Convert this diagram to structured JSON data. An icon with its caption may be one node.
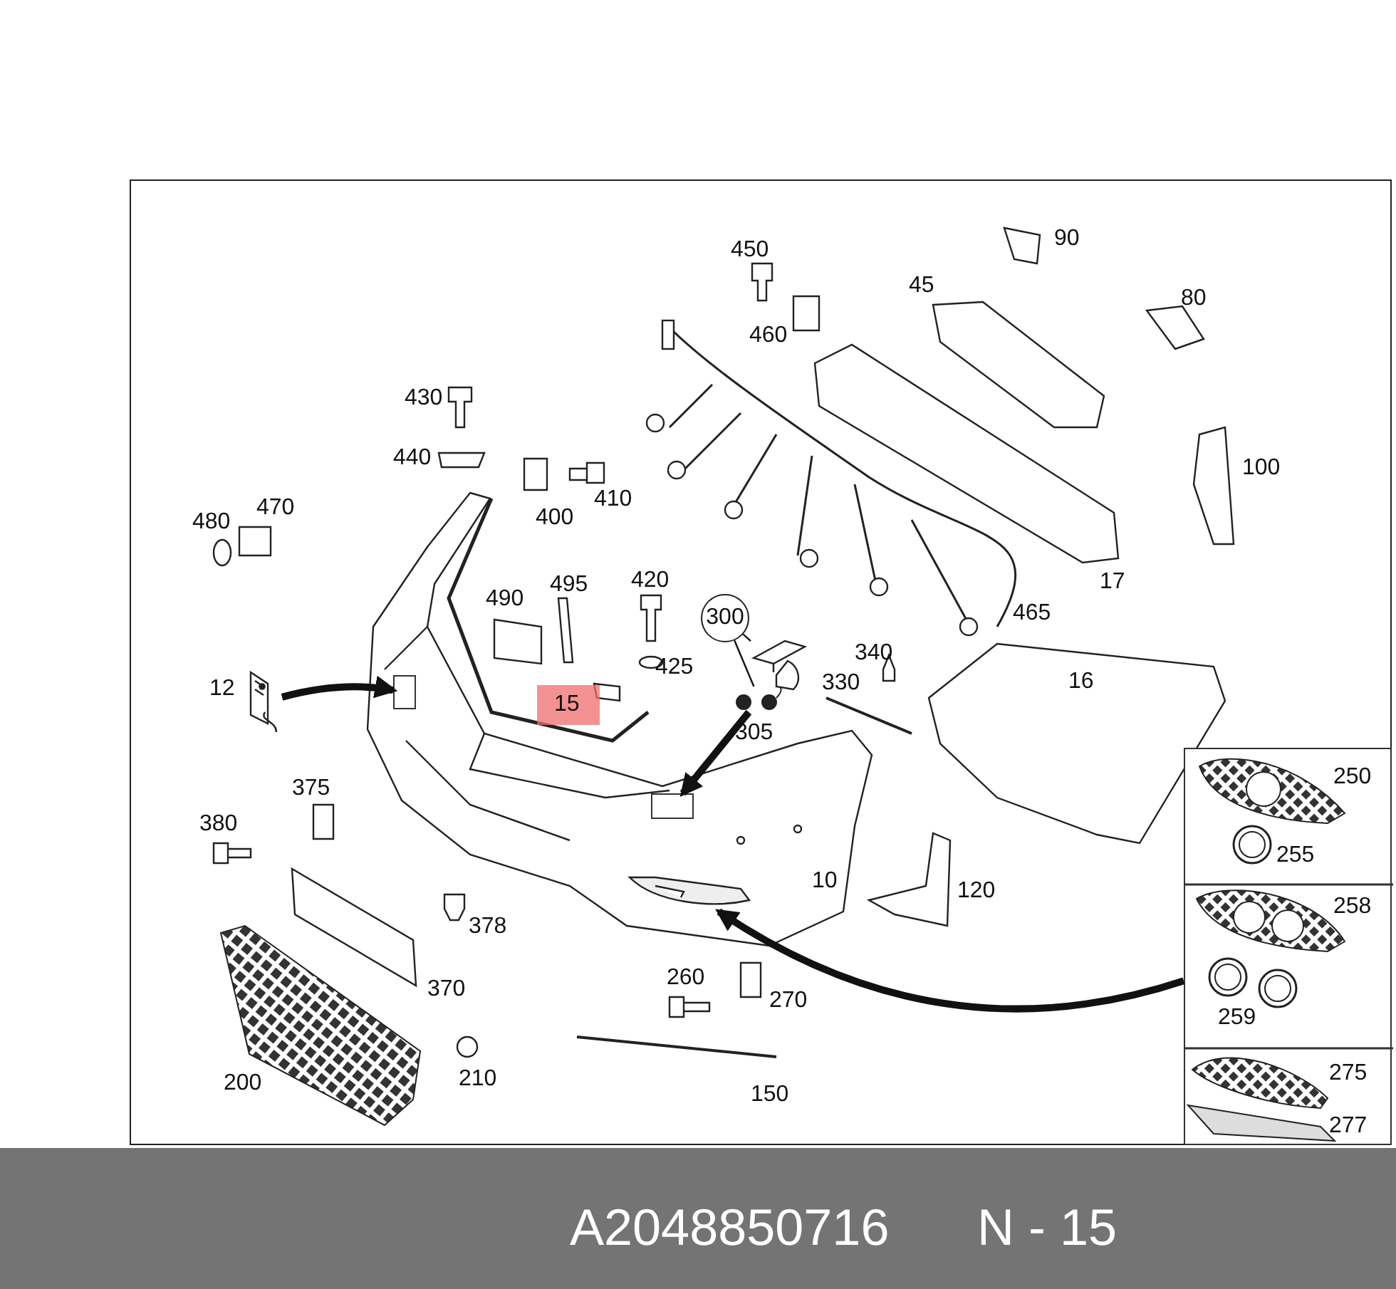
{
  "diagram": {
    "nodes": [
      {
        "text": [
          "300"
        ]
      },
      {
        "text": [],
        "shape": "picture"
      },
      {
        "text": [],
        "shape": "picture"
      },
      {
        "text": [],
        "shape": "picture"
      },
      {
        "text": [],
        "shape": "picture"
      },
      {
        "text": [],
        "shape": "box",
        "in": 4
      },
      {
        "text": [],
        "shape": "picture",
        "in": 4
      },
      {
        "text": [],
        "shape": "box",
        "in": 4
      },
      {
        "text": [],
        "shape": "box"
      }
    ],
    "edges": [
      {
        "from": 0,
        "to": 1,
        "arrow": "none"
      },
      {
        "from": 0,
        "to": 2,
        "arrow": "none"
      },
      {
        "from": 3,
        "to": 7,
        "arrow": "to"
      },
      {
        "from": 2,
        "to": 5,
        "arrow": "to"
      },
      {
        "from": 8,
        "to": 6,
        "arrow": "to"
      }
    ],
    "labels": [
      "450",
      "90",
      "45",
      "460",
      "80",
      "430",
      "440",
      "410",
      "400",
      "100",
      "480",
      "470",
      "17",
      "490",
      "495",
      "420",
      "465",
      "340",
      "425",
      "12",
      "330",
      "16",
      "15",
      "305",
      "250",
      "375",
      "380",
      "255",
      "10",
      "120",
      "258",
      "378",
      "260",
      "370",
      "270",
      "259",
      "200",
      "210",
      "275",
      "150",
      "277",
      "A2048850716",
      "N - 15"
    ]
  }
}
